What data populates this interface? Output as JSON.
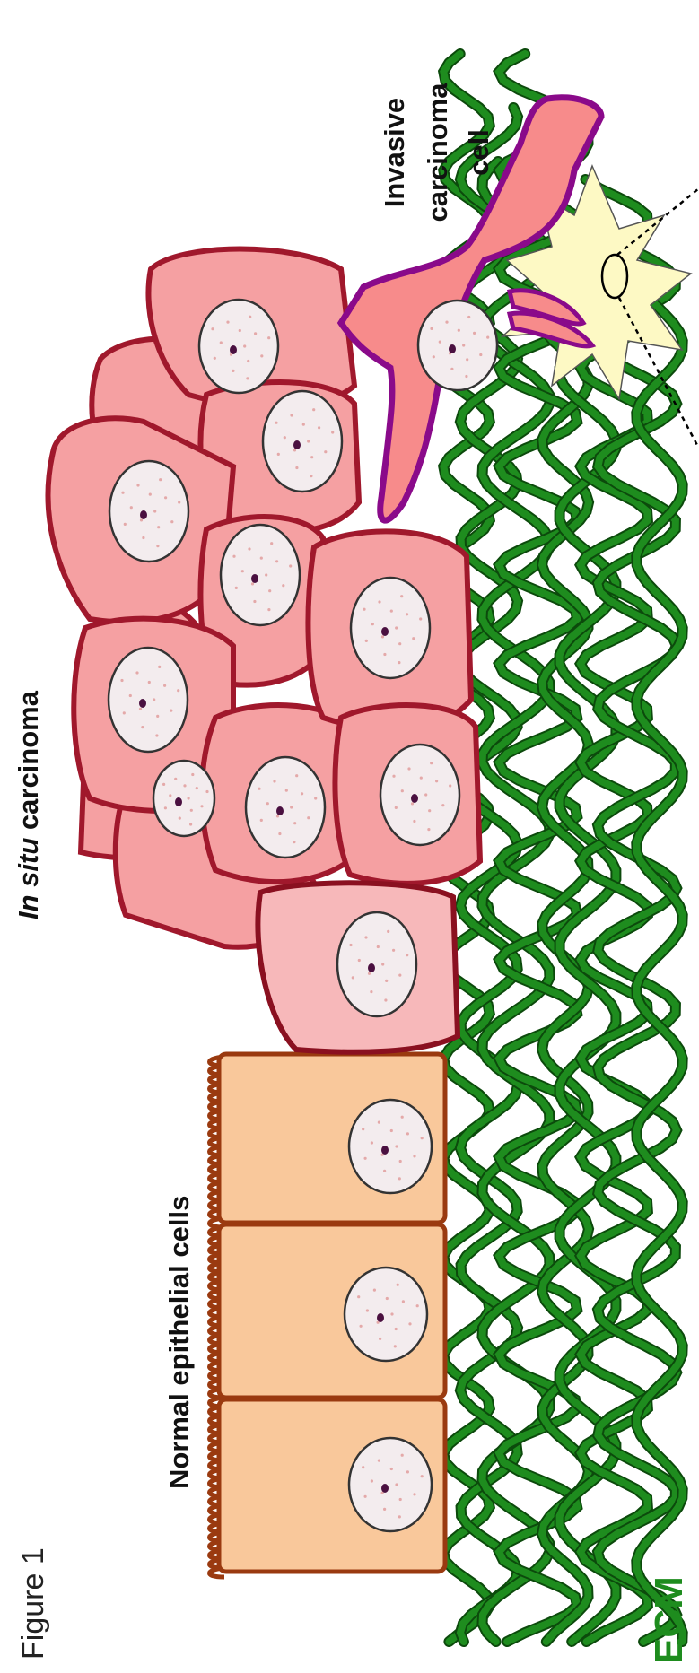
{
  "figure": {
    "caption": "Figure 1",
    "labels": {
      "normal_cells": "Normal epithelial cells",
      "in_situ_italic": "In situ",
      "in_situ_rest": " carcinoma",
      "invasive_line1": "Invasive",
      "invasive_line2": "carcinoma",
      "invasive_line3": "cell",
      "ecm": "ECM"
    },
    "colors": {
      "normal_fill": "#f9c89b",
      "normal_stroke": "#9a3a10",
      "carcinoma_fill": "#f5a0a2",
      "carcinoma_light_fill": "#f7b8ba",
      "carcinoma_stroke": "#a0182c",
      "invasive_fill": "#f78b8b",
      "invasive_stroke": "#8a0a8a",
      "burst_fill": "#fdf9c4",
      "ecm_fill": "#1e8c1e",
      "ecm_stroke": "#0c4a0c",
      "ecm_text": "#1e8c1e",
      "nucleus_fill": "#f3ecee",
      "nucleolus_fill": "#4a1040"
    }
  }
}
